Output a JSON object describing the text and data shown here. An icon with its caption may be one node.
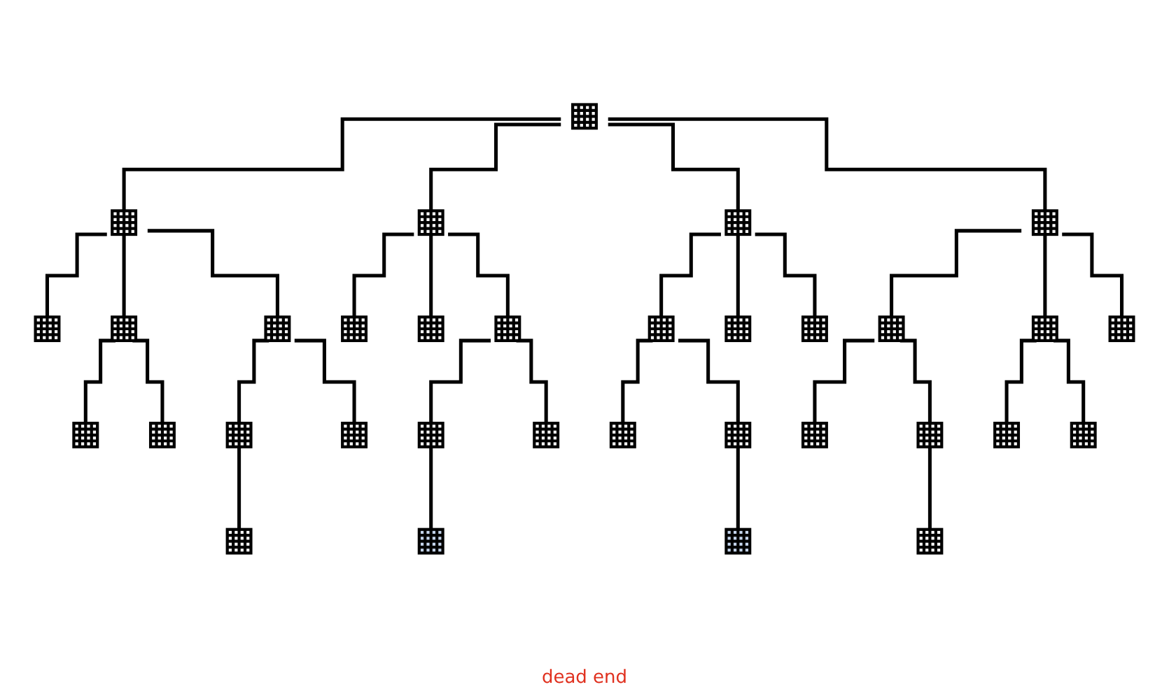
{
  "diagram": {
    "nodes": [
      {
        "text": [],
        "shape": "grid"
      },
      {
        "text": [],
        "shape": "grid"
      },
      {
        "text": [],
        "shape": "grid"
      },
      {
        "text": [],
        "shape": "grid"
      },
      {
        "text": [],
        "shape": "grid"
      },
      {
        "text": [],
        "shape": "grid"
      },
      {
        "text": [],
        "shape": "grid"
      },
      {
        "text": [],
        "shape": "grid"
      },
      {
        "text": [],
        "shape": "grid"
      },
      {
        "text": [],
        "shape": "grid"
      },
      {
        "text": [],
        "shape": "grid"
      },
      {
        "text": [],
        "shape": "grid"
      },
      {
        "text": [],
        "shape": "grid"
      },
      {
        "text": [],
        "shape": "grid"
      },
      {
        "text": [],
        "shape": "grid"
      },
      {
        "text": [],
        "shape": "grid"
      },
      {
        "text": [],
        "shape": "grid"
      },
      {
        "text": [],
        "shape": "grid"
      },
      {
        "text": [],
        "shape": "grid"
      },
      {
        "text": [],
        "shape": "grid"
      },
      {
        "text": [],
        "shape": "grid"
      },
      {
        "text": [],
        "shape": "grid"
      },
      {
        "text": [],
        "shape": "grid"
      },
      {
        "text": [],
        "shape": "grid"
      },
      {
        "text": [],
        "shape": "grid"
      },
      {
        "text": [],
        "shape": "grid"
      },
      {
        "text": [],
        "shape": "grid"
      },
      {
        "text": [],
        "shape": "grid"
      },
      {
        "text": [],
        "shape": "grid"
      },
      {
        "text": [],
        "shape": "grid"
      },
      {
        "text": [],
        "shape": "grid"
      },
      {
        "text": [],
        "shape": "grid"
      },
      {
        "text": [],
        "shape": "grid"
      }
    ],
    "edges": [
      {
        "from": 0,
        "to": 1,
        "arrow": "none"
      },
      {
        "from": 0,
        "to": 2,
        "arrow": "none"
      },
      {
        "from": 0,
        "to": 3,
        "arrow": "none"
      },
      {
        "from": 0,
        "to": 4,
        "arrow": "none"
      },
      {
        "from": 1,
        "to": 5,
        "arrow": "none"
      },
      {
        "from": 1,
        "to": 6,
        "arrow": "none"
      },
      {
        "from": 1,
        "to": 7,
        "arrow": "none"
      },
      {
        "from": 2,
        "to": 8,
        "arrow": "none"
      },
      {
        "from": 2,
        "to": 9,
        "arrow": "none"
      },
      {
        "from": 2,
        "to": 10,
        "arrow": "none"
      },
      {
        "from": 3,
        "to": 11,
        "arrow": "none"
      },
      {
        "from": 3,
        "to": 12,
        "arrow": "none"
      },
      {
        "from": 3,
        "to": 13,
        "arrow": "none"
      },
      {
        "from": 4,
        "to": 14,
        "arrow": "none"
      },
      {
        "from": 4,
        "to": 15,
        "arrow": "none"
      },
      {
        "from": 4,
        "to": 16,
        "arrow": "none"
      },
      {
        "from": 6,
        "to": 17,
        "arrow": "none"
      },
      {
        "from": 6,
        "to": 18,
        "arrow": "none"
      },
      {
        "from": 7,
        "to": 19,
        "arrow": "none"
      },
      {
        "from": 7,
        "to": 20,
        "arrow": "none"
      },
      {
        "from": 10,
        "to": 21,
        "arrow": "none"
      },
      {
        "from": 10,
        "to": 22,
        "arrow": "none"
      },
      {
        "from": 11,
        "to": 23,
        "arrow": "none"
      },
      {
        "from": 11,
        "to": 24,
        "arrow": "none"
      },
      {
        "from": 14,
        "to": 25,
        "arrow": "none"
      },
      {
        "from": 14,
        "to": 26,
        "arrow": "none"
      },
      {
        "from": 15,
        "to": 27,
        "arrow": "none"
      },
      {
        "from": 15,
        "to": 28,
        "arrow": "none"
      },
      {
        "from": 19,
        "to": 29,
        "arrow": "none"
      },
      {
        "from": 21,
        "to": 30,
        "arrow": "none"
      },
      {
        "from": 24,
        "to": 31,
        "arrow": "none"
      },
      {
        "from": 26,
        "to": 32,
        "arrow": "none"
      }
    ],
    "labels": [
      "dead end"
    ]
  }
}
